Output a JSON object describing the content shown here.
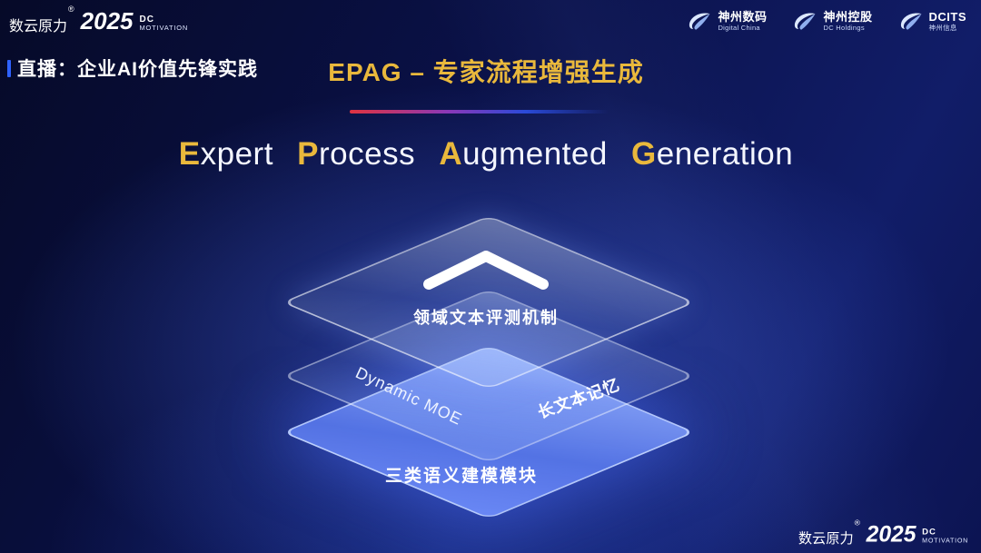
{
  "header": {
    "brand": {
      "name": "数云原力",
      "reg": "®",
      "year": "2025",
      "sub_top": "DC",
      "sub_bottom": "MOTIVATION"
    },
    "subtitle": "直播：企业AI价值先锋实践",
    "title": "EPAG – 专家流程增强生成",
    "partners": [
      {
        "name": "神州数码",
        "sub": "Digital China"
      },
      {
        "name": "神州控股",
        "sub": "DC Holdings"
      },
      {
        "name": "DCITS",
        "sub": "神州信息"
      }
    ]
  },
  "main": {
    "title_words": [
      {
        "cap": "E",
        "rest": "xpert"
      },
      {
        "cap": "P",
        "rest": "rocess"
      },
      {
        "cap": "A",
        "rest": "ugmented"
      },
      {
        "cap": "G",
        "rest": "eneration"
      }
    ],
    "diagram": {
      "top_layer_label": "领域文本评测机制",
      "middle_left_label": "Dynamic MOE",
      "middle_right_label": "长文本记忆",
      "bottom_layer_label": "三类语义建模模块"
    }
  },
  "footer": {
    "brand": {
      "name": "数云原力",
      "reg": "®",
      "year": "2025",
      "sub_top": "DC",
      "sub_bottom": "MOTIVATION"
    }
  },
  "colors": {
    "accent_gold": "#e9b83c",
    "divider_red": "#e03340",
    "divider_blue": "#2a4ad8",
    "layer_blue": "#5b78ea",
    "background_dark": "#0a1148"
  }
}
